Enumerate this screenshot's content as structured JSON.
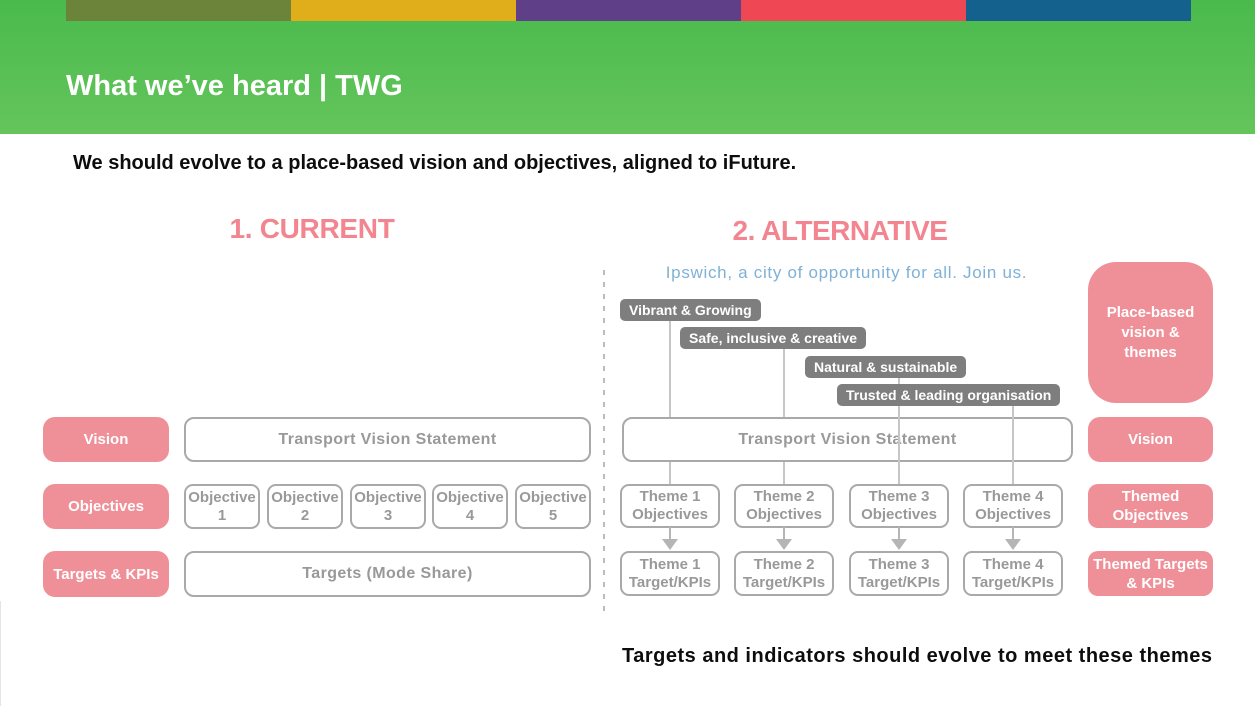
{
  "top_bar": {
    "colors": [
      "#6B8439",
      "#E0AE1B",
      "#5E3F88",
      "#EF4754",
      "#15618E"
    ]
  },
  "header": {
    "title": "What we’ve heard | TWG",
    "bg_top": "#4ABA4D",
    "bg_bottom": "#64C55B"
  },
  "subtitle": "We should evolve to a place-based vision and objectives, aligned to iFuture.",
  "current": {
    "heading": "1. CURRENT",
    "row_labels": [
      "Vision",
      "Objectives",
      "Targets & KPIs"
    ],
    "vision_box": "Transport Vision Statement",
    "objective_boxes": [
      "Objective\n1",
      "Objective\n2",
      "Objective\n3",
      "Objective\n4",
      "Objective\n5"
    ],
    "targets_box": "Targets (Mode Share)"
  },
  "alternative": {
    "heading": "2. ALTERNATIVE",
    "tagline": "Ipswich, a city of opportunity for all. Join us.",
    "theme_labels": [
      "Vibrant & Growing",
      "Safe, inclusive & creative",
      "Natural & sustainable",
      "Trusted & leading organisation"
    ],
    "vision_box": "Transport Vision Statement",
    "objective_boxes": [
      "Theme 1\nObjectives",
      "Theme 2\nObjectives",
      "Theme 3\nObjectives",
      "Theme 4\nObjectives"
    ],
    "target_boxes": [
      "Theme 1\nTarget/KPIs",
      "Theme 2\nTarget/KPIs",
      "Theme 3\nTarget/KPIs",
      "Theme 4\nTarget/KPIs"
    ],
    "side_labels": [
      "Place-based\nvision &\nthemes",
      "Vision",
      "Themed\nObjectives",
      "Themed Targets\n& KPIs"
    ]
  },
  "footer_note": "Targets and indicators should evolve to meet these themes",
  "colors": {
    "pink": "#EF9099",
    "heading_pink": "#F2858F",
    "gray_label_bg": "#7E7E7E",
    "box_border": "#A9A9A9",
    "box_text": "#999999",
    "connector": "#C6C6C6",
    "tagline_blue": "#7FB1D6"
  }
}
